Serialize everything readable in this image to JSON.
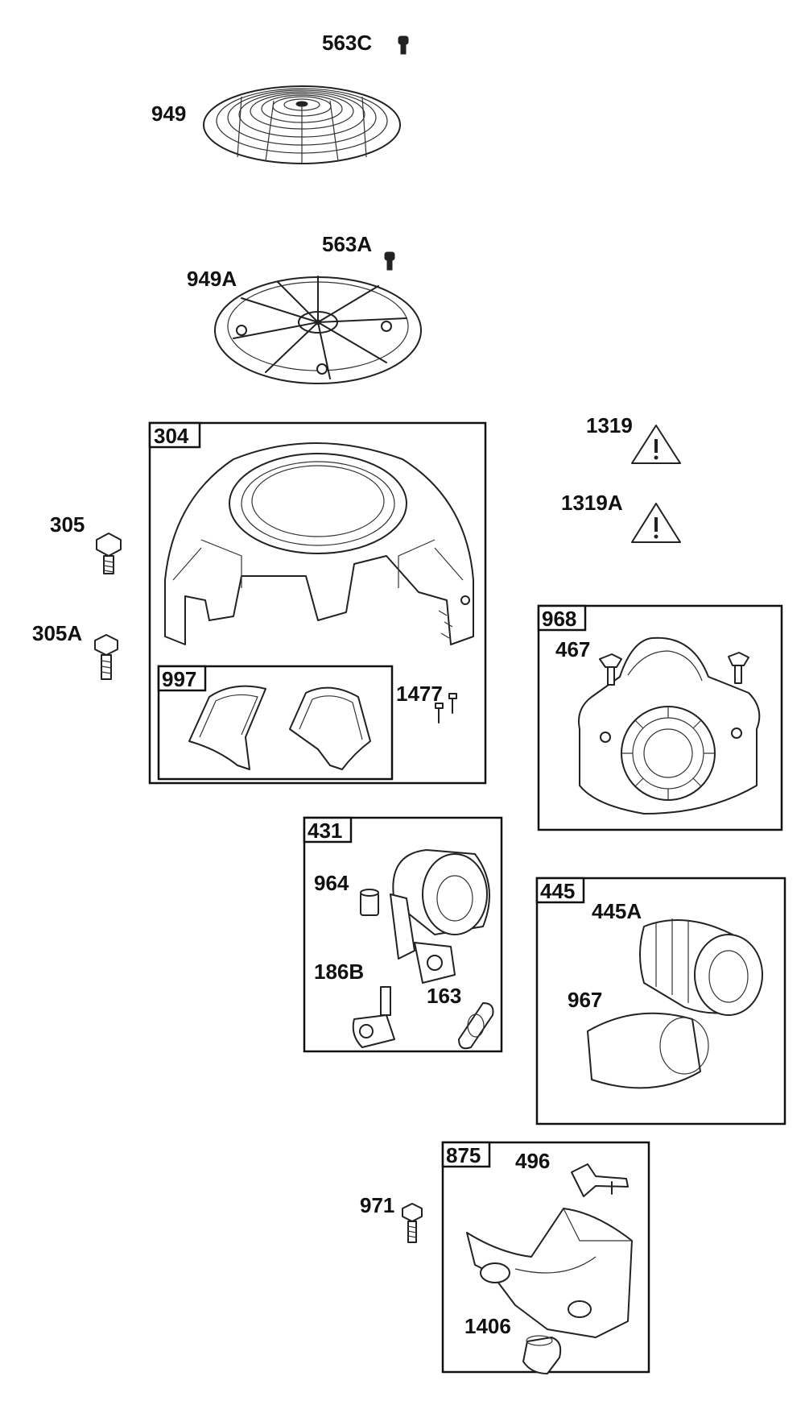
{
  "callouts": {
    "p563C": "563C",
    "p949": "949",
    "p563A": "563A",
    "p949A": "949A",
    "p1319": "1319",
    "p1319A": "1319A",
    "p305": "305",
    "p305A": "305A",
    "p1477": "1477",
    "p467": "467",
    "p964": "964",
    "p186B": "186B",
    "p163": "163",
    "p445A": "445A",
    "p967": "967",
    "p496": "496",
    "p971": "971",
    "p1406": "1406"
  },
  "boxes": {
    "b304": "304",
    "b997": "997",
    "b968": "968",
    "b431": "431",
    "b445": "445",
    "b875": "875"
  },
  "icons": {
    "warning": "warning-triangle-icon"
  },
  "colors": {
    "line": "#222222",
    "background": "#ffffff"
  }
}
